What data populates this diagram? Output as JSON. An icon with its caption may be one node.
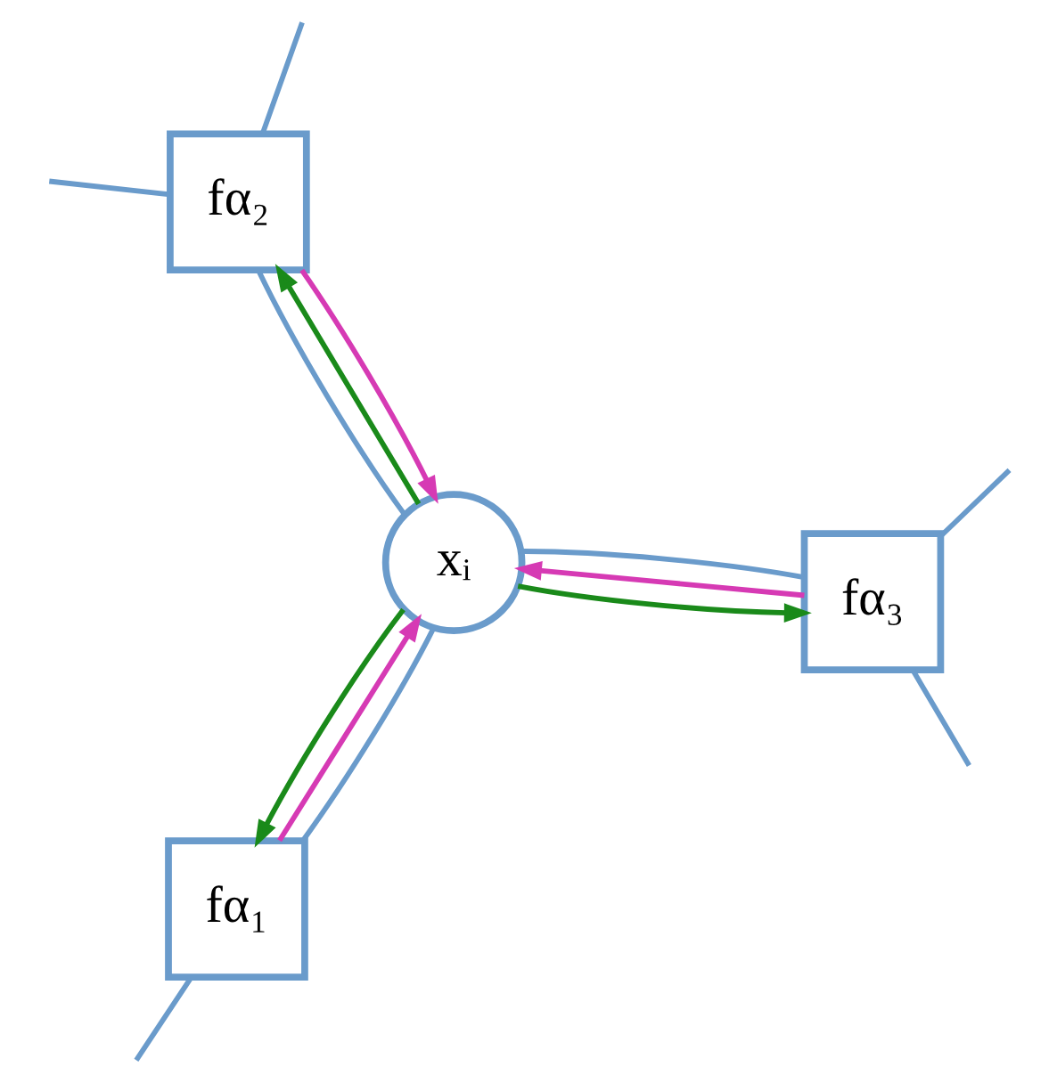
{
  "diagram": {
    "nodes": [
      {
        "text": [
          "fα₂"
        ]
      },
      {
        "text": [
          "xᵢ"
        ]
      },
      {
        "text": [
          "fα₁"
        ]
      },
      {
        "text": [
          "fα₃"
        ]
      }
    ],
    "edges": [
      {
        "from": 1,
        "to": 0,
        "arrow": "none"
      },
      {
        "from": 1,
        "to": 2,
        "arrow": "none"
      },
      {
        "from": 1,
        "to": 3,
        "arrow": "none"
      },
      {
        "from": 1,
        "to": 0,
        "arrow": "to",
        "color": "#1a8a1a"
      },
      {
        "from": 1,
        "to": 2,
        "arrow": "to",
        "color": "#1a8a1a"
      },
      {
        "from": 1,
        "to": 3,
        "arrow": "to",
        "color": "#1a8a1a"
      },
      {
        "from": 0,
        "to": 1,
        "arrow": "to",
        "color": "#d63ab4"
      },
      {
        "from": 3,
        "to": 1,
        "arrow": "to",
        "color": "#d63ab4"
      },
      {
        "from": 2,
        "to": 1,
        "arrow": "to",
        "color": "#d63ab4"
      },
      {
        "from": 0,
        "to": null,
        "arrow": "none"
      },
      {
        "from": 0,
        "to": null,
        "arrow": "none"
      },
      {
        "from": 2,
        "to": null,
        "arrow": "none"
      },
      {
        "from": 3,
        "to": null,
        "arrow": "none"
      },
      {
        "from": 3,
        "to": null,
        "arrow": "none"
      }
    ]
  }
}
